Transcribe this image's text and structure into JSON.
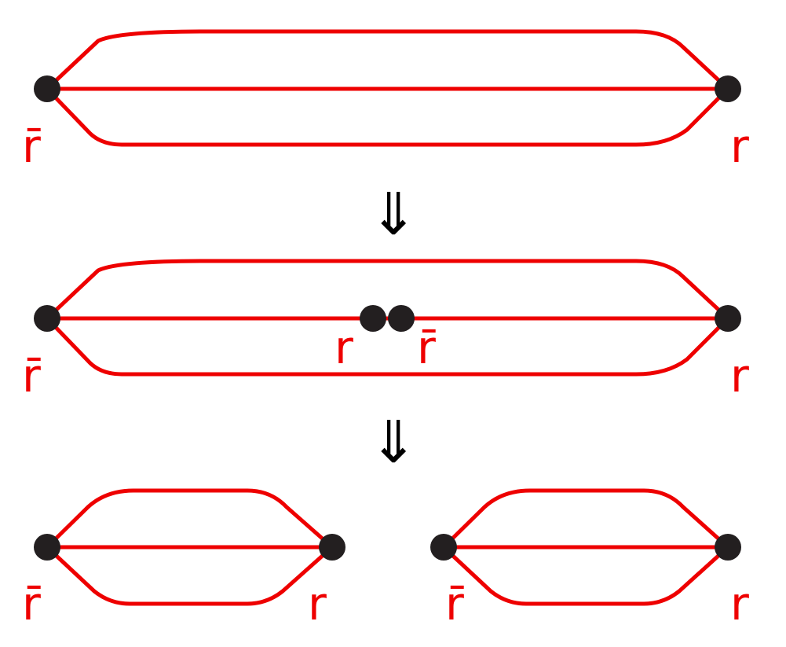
{
  "colors": {
    "string": "#ee0000",
    "node": "#231f20",
    "arrow": "#000000"
  },
  "labels": {
    "quark": "r",
    "antiquark": "r̄"
  },
  "arrow_symbol": "⇓",
  "steps": [
    {
      "name": "single-string",
      "strings": [
        {
          "left_label": "r̄",
          "right_label": "r"
        }
      ],
      "breakpoint": null
    },
    {
      "name": "string-breaking",
      "strings": [
        {
          "left_label": "r̄",
          "right_label": "r"
        }
      ],
      "breakpoint": {
        "left_label": "r",
        "right_label": "r̄"
      }
    },
    {
      "name": "two-strings",
      "strings": [
        {
          "left_label": "r̄",
          "right_label": "r"
        },
        {
          "left_label": "r̄",
          "right_label": "r"
        }
      ],
      "breakpoint": null
    }
  ]
}
